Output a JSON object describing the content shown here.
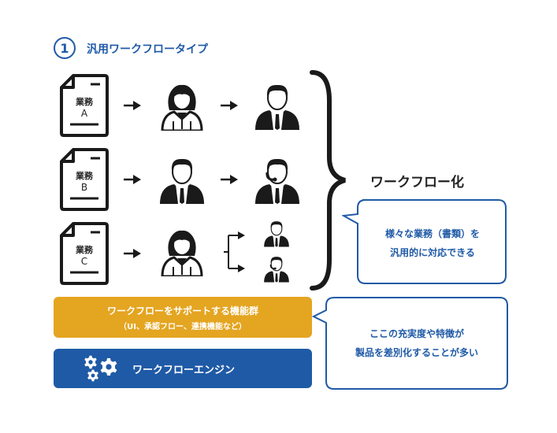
{
  "section": {
    "number": "1",
    "title": "汎用ワークフロータイプ"
  },
  "rows": [
    {
      "doc_line1": "業務",
      "doc_line2": "A"
    },
    {
      "doc_line1": "業務",
      "doc_line2": "B"
    },
    {
      "doc_line1": "業務",
      "doc_line2": "C"
    }
  ],
  "brace_label": "ワークフロー化",
  "callout_top": {
    "line1": "様々な業務（書類）を",
    "line2": "汎用的に対応できる"
  },
  "support_bar": {
    "line1": "ワークフローをサポートする機能群",
    "line2": "（UI、承認フロー、連携機能など）"
  },
  "callout_bottom": {
    "line1": "ここの充実度や特徴が",
    "line2": "製品を差別化することが多い"
  },
  "engine_bar": {
    "label": "ワークフローエンジン"
  },
  "colors": {
    "accent_blue": "#1f5aa6",
    "accent_yellow": "#e4a521",
    "icon_dark": "#1a1a1a"
  }
}
